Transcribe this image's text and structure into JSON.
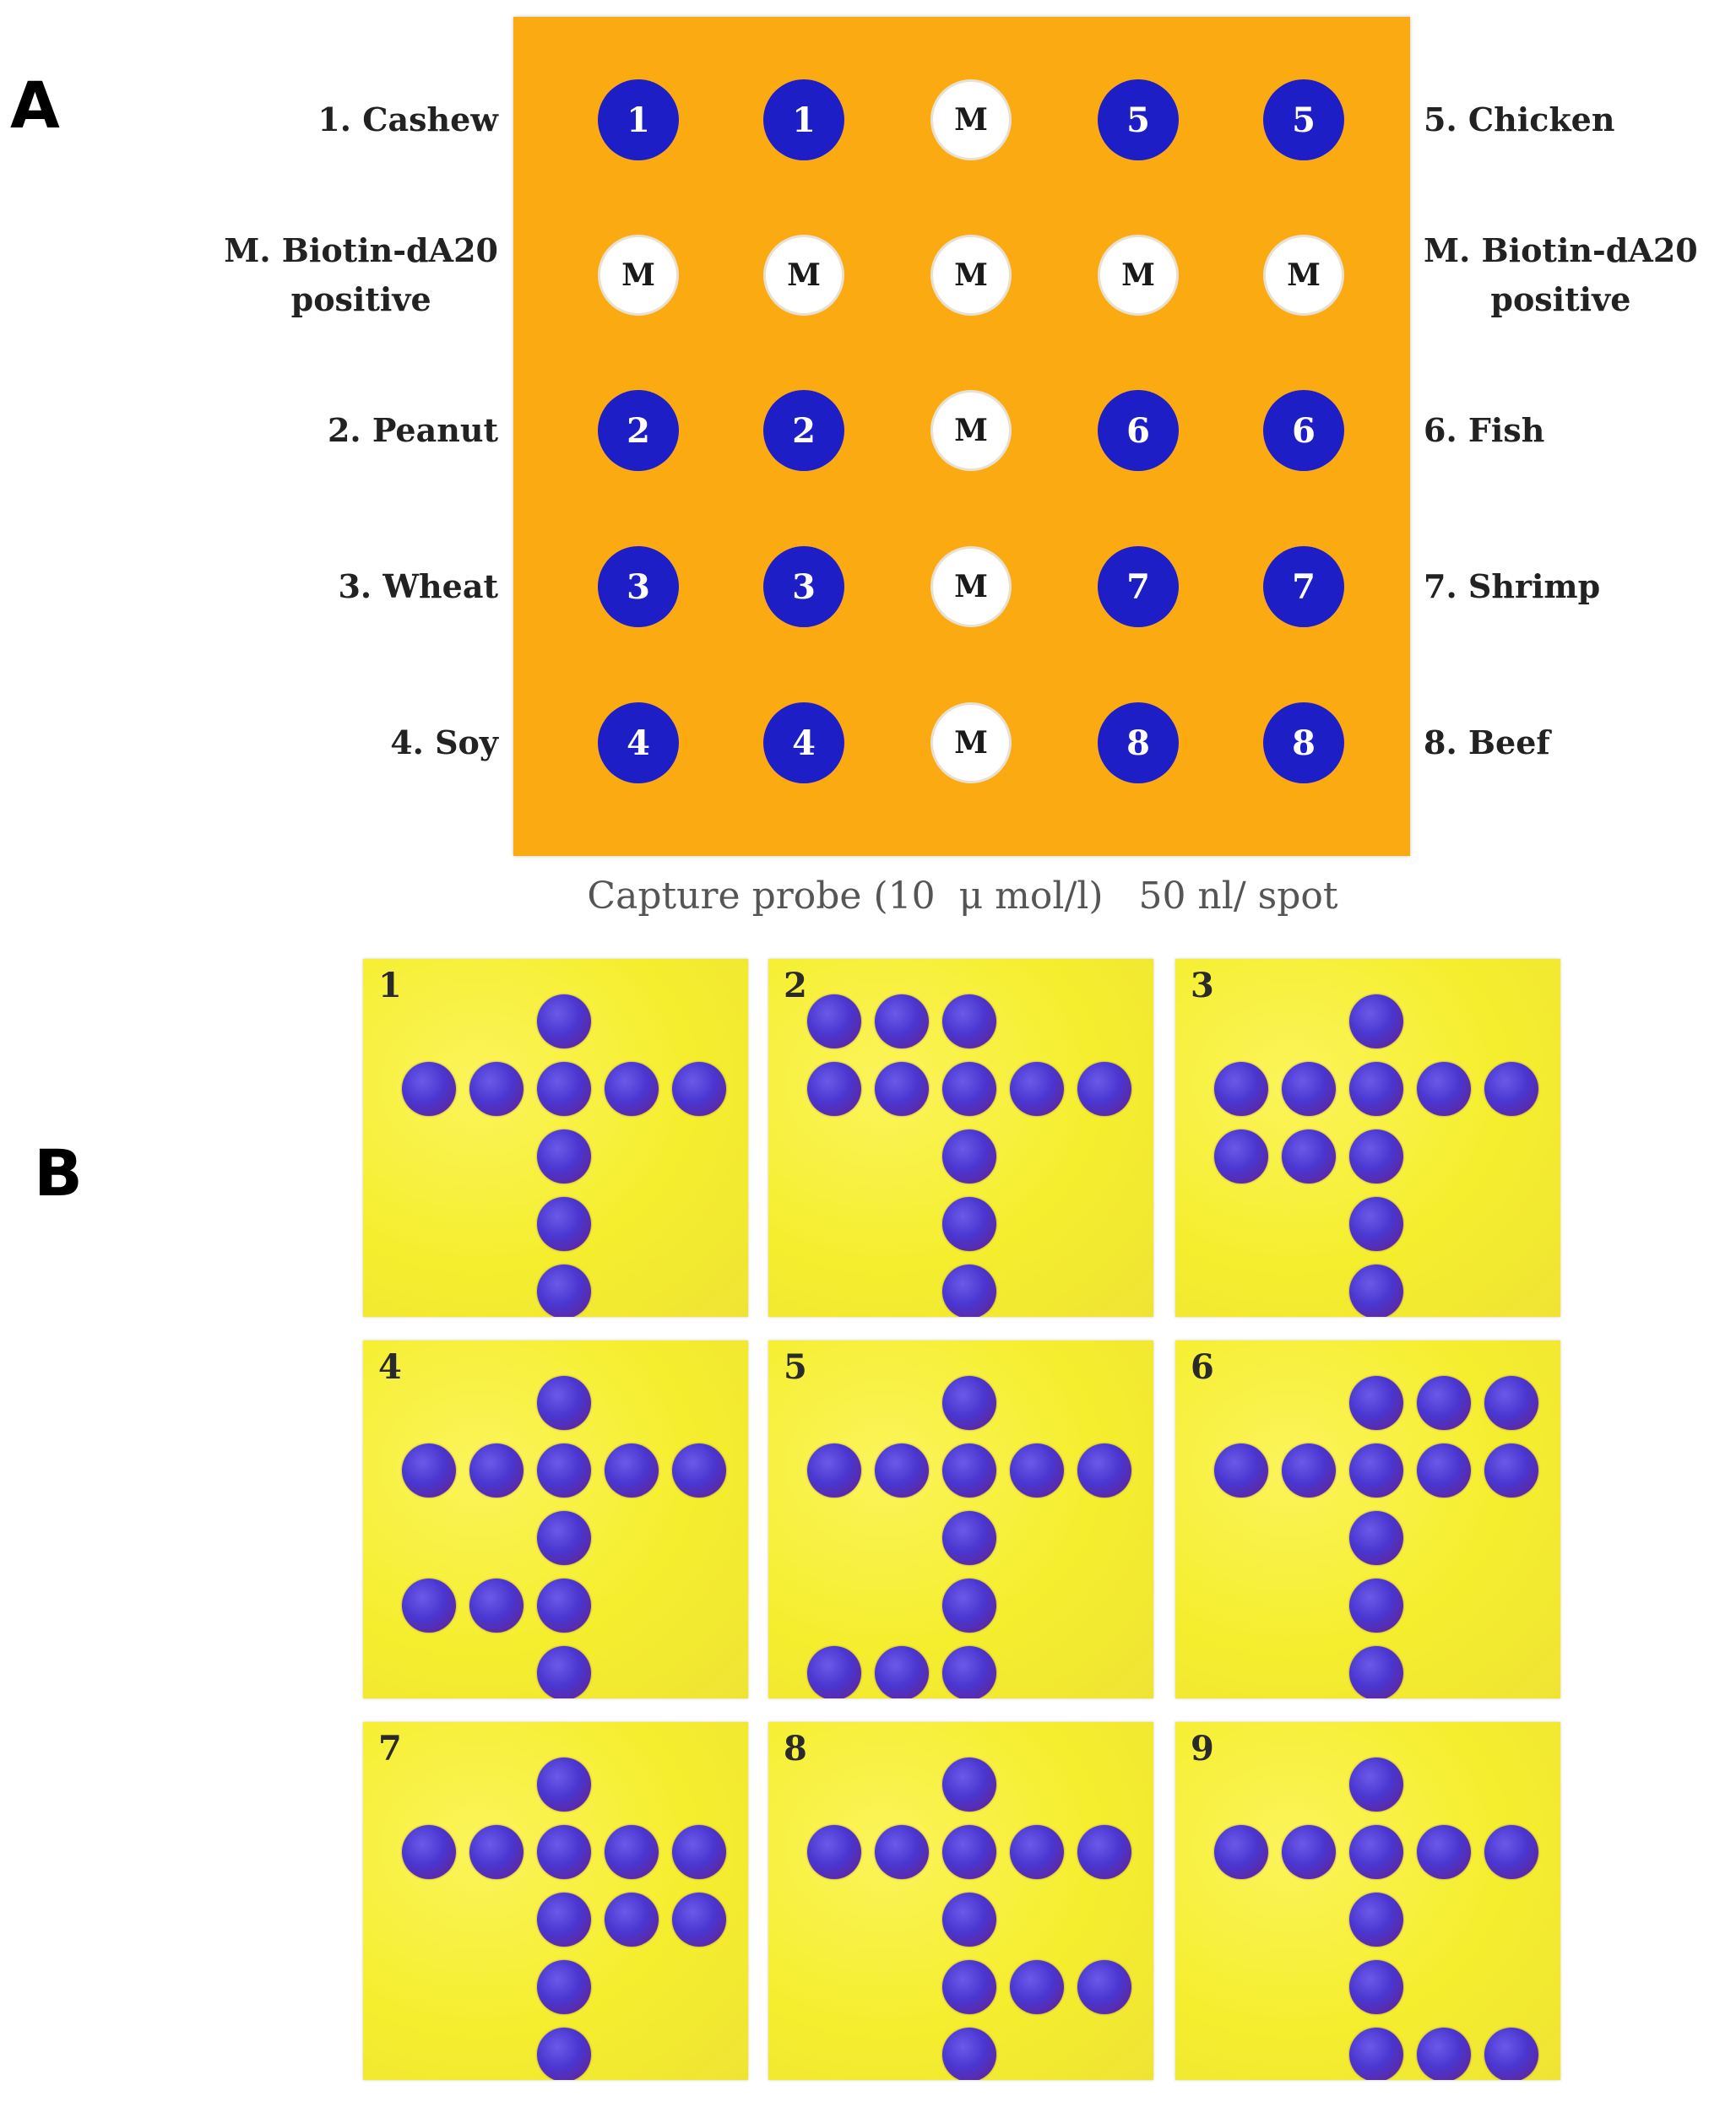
{
  "panels": {
    "a": "A",
    "b": "B"
  },
  "array": {
    "left_labels": [
      [
        "1. Cashew"
      ],
      [
        "M. Biotin-dA20",
        "positive"
      ],
      [
        "2. Peanut"
      ],
      [
        "3. Wheat"
      ],
      [
        "4. Soy"
      ]
    ],
    "right_labels": [
      [
        "5. Chicken"
      ],
      [
        "M. Biotin-dA20",
        "positive"
      ],
      [
        "6. Fish"
      ],
      [
        "7. Shrimp"
      ],
      [
        "8. Beef"
      ]
    ],
    "grid": [
      [
        "1",
        "1",
        "M",
        "5",
        "5"
      ],
      [
        "M",
        "M",
        "M",
        "M",
        "M"
      ],
      [
        "2",
        "2",
        "M",
        "6",
        "6"
      ],
      [
        "3",
        "3",
        "M",
        "7",
        "7"
      ],
      [
        "4",
        "4",
        "M",
        "8",
        "8"
      ]
    ],
    "caption": "Capture probe (10  μ mol/l)   50 nl/ spot"
  },
  "colors": {
    "board": "#fbaa12",
    "probe_spot": "#1e1ec6",
    "marker_spot": "#ffffff",
    "tile": "#f7f23a",
    "hybridized_spot": "#4a36d0"
  },
  "results": [
    {
      "label": "1",
      "spots": [
        [
          3,
          1
        ],
        [
          1,
          2
        ],
        [
          2,
          2
        ],
        [
          3,
          2
        ],
        [
          4,
          2
        ],
        [
          5,
          2
        ],
        [
          3,
          3
        ],
        [
          3,
          4
        ],
        [
          3,
          5
        ]
      ]
    },
    {
      "label": "2",
      "spots": [
        [
          1,
          1
        ],
        [
          2,
          1
        ],
        [
          3,
          1
        ],
        [
          1,
          2
        ],
        [
          2,
          2
        ],
        [
          3,
          2
        ],
        [
          4,
          2
        ],
        [
          5,
          2
        ],
        [
          3,
          3
        ],
        [
          3,
          4
        ],
        [
          3,
          5
        ]
      ]
    },
    {
      "label": "3",
      "spots": [
        [
          3,
          1
        ],
        [
          1,
          2
        ],
        [
          2,
          2
        ],
        [
          3,
          2
        ],
        [
          4,
          2
        ],
        [
          5,
          2
        ],
        [
          1,
          3
        ],
        [
          2,
          3
        ],
        [
          3,
          3
        ],
        [
          3,
          4
        ],
        [
          3,
          5
        ]
      ]
    },
    {
      "label": "4",
      "spots": [
        [
          3,
          1
        ],
        [
          1,
          2
        ],
        [
          2,
          2
        ],
        [
          3,
          2
        ],
        [
          4,
          2
        ],
        [
          5,
          2
        ],
        [
          3,
          3
        ],
        [
          1,
          4
        ],
        [
          2,
          4
        ],
        [
          3,
          4
        ],
        [
          3,
          5
        ]
      ]
    },
    {
      "label": "5",
      "spots": [
        [
          3,
          1
        ],
        [
          1,
          2
        ],
        [
          2,
          2
        ],
        [
          3,
          2
        ],
        [
          4,
          2
        ],
        [
          5,
          2
        ],
        [
          3,
          3
        ],
        [
          3,
          4
        ],
        [
          1,
          5
        ],
        [
          2,
          5
        ],
        [
          3,
          5
        ]
      ]
    },
    {
      "label": "6",
      "spots": [
        [
          3,
          1
        ],
        [
          4,
          1
        ],
        [
          5,
          1
        ],
        [
          1,
          2
        ],
        [
          2,
          2
        ],
        [
          3,
          2
        ],
        [
          4,
          2
        ],
        [
          5,
          2
        ],
        [
          3,
          3
        ],
        [
          3,
          4
        ],
        [
          3,
          5
        ]
      ]
    },
    {
      "label": "7",
      "spots": [
        [
          3,
          1
        ],
        [
          1,
          2
        ],
        [
          2,
          2
        ],
        [
          3,
          2
        ],
        [
          4,
          2
        ],
        [
          5,
          2
        ],
        [
          3,
          3
        ],
        [
          4,
          3
        ],
        [
          5,
          3
        ],
        [
          3,
          4
        ],
        [
          3,
          5
        ]
      ]
    },
    {
      "label": "8",
      "spots": [
        [
          3,
          1
        ],
        [
          1,
          2
        ],
        [
          2,
          2
        ],
        [
          3,
          2
        ],
        [
          4,
          2
        ],
        [
          5,
          2
        ],
        [
          3,
          3
        ],
        [
          3,
          4
        ],
        [
          4,
          4
        ],
        [
          5,
          4
        ],
        [
          3,
          5
        ]
      ]
    },
    {
      "label": "9",
      "spots": [
        [
          3,
          1
        ],
        [
          1,
          2
        ],
        [
          2,
          2
        ],
        [
          3,
          2
        ],
        [
          4,
          2
        ],
        [
          5,
          2
        ],
        [
          3,
          3
        ],
        [
          3,
          4
        ],
        [
          3,
          5
        ],
        [
          4,
          5
        ],
        [
          5,
          5
        ]
      ]
    }
  ]
}
